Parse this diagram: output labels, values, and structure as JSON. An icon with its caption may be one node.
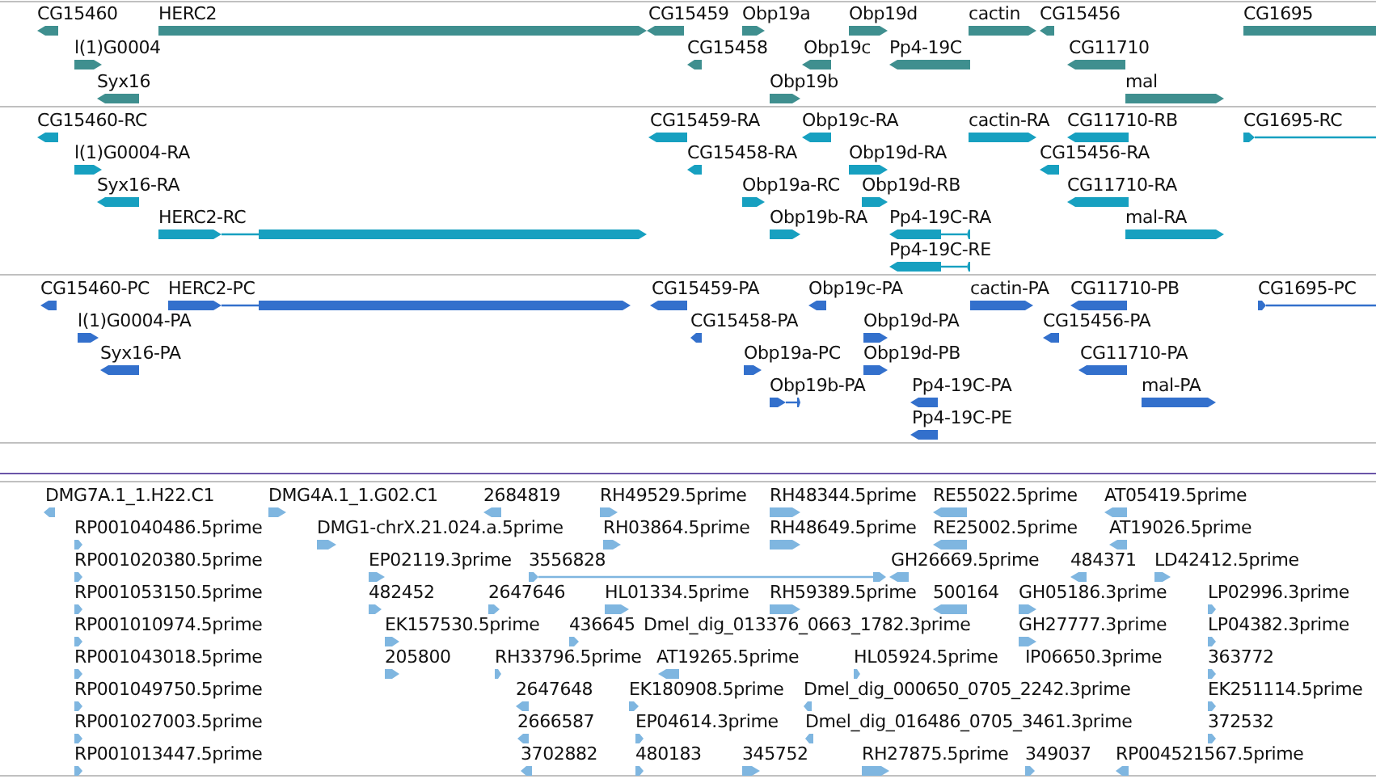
{
  "diagram": {
    "labels": [
      "CG15460",
      "HERC2",
      "CG15459",
      "Obp19a",
      "Obp19d",
      "cactin",
      "CG15456",
      "CG1695",
      "l(1)G0004",
      "CG15458",
      "Obp19c",
      "Pp4-19C",
      "CG11710",
      "Syx16",
      "Obp19b",
      "mal",
      "CG15460-RC",
      "CG15459-RA",
      "Obp19c-RA",
      "cactin-RA",
      "CG11710-RB",
      "CG1695-RC",
      "l(1)G0004-RA",
      "CG15458-RA",
      "Obp19d-RA",
      "CG15456-RA",
      "Syx16-RA",
      "Obp19a-RC",
      "Obp19d-RB",
      "CG11710-RA",
      "HERC2-RC",
      "Obp19b-RA",
      "Pp4-19C-RA",
      "mal-RA",
      "Pp4-19C-RE",
      "CG15460-PC",
      "HERC2-PC",
      "CG15459-PA",
      "Obp19c-PA",
      "cactin-PA",
      "CG11710-PB",
      "CG1695-PC",
      "l(1)G0004-PA",
      "CG15458-PA",
      "Obp19d-PA",
      "CG15456-PA",
      "Syx16-PA",
      "Obp19a-PC",
      "Obp19d-PB",
      "CG11710-PA",
      "Obp19b-PA",
      "Pp4-19C-PA",
      "mal-PA",
      "Pp4-19C-PE",
      "DMG7A.1_1.H22.C1",
      "DMG4A.1_1.G02.C1",
      "2684819",
      "RH49529.5prime",
      "RH48344.5prime",
      "RE55022.5prime",
      "AT05419.5prime",
      "RP001040486.5prime",
      "DMG1-chrX.21.024.a.5prime",
      "RH03864.5prime",
      "RH48649.5prime",
      "RE25002.5prime",
      "AT19026.5prime",
      "RP001020380.5prime",
      "EP02119.3prime",
      "3556828",
      "GH26669.5prime",
      "484371",
      "LD42412.5prime",
      "RP001053150.5prime",
      "482452",
      "2647646",
      "HL01334.5prime",
      "RH59389.5prime",
      "500164",
      "GH05186.3prime",
      "LP02996.3prime",
      "RP001010974.5prime",
      "EK157530.5prime",
      "436645",
      "Dmel_dig_013376_0663_1782.3prime",
      "GH27777.3prime",
      "LP04382.3prime",
      "RP001043018.5prime",
      "205800",
      "RH33796.5prime",
      "AT19265.5prime",
      "HL05924.5prime",
      "IP06650.3prime",
      "363772",
      "RP001049750.5prime",
      "2647648",
      "EK180908.5prime",
      "Dmel_dig_000650_0705_2242.3prime",
      "EK251114.5prime",
      "RP001027003.5prime",
      "2666587",
      "EP04614.3prime",
      "Dmel_dig_016486_0705_3461.3prime",
      "372532",
      "RP001013447.5prime",
      "3702882",
      "480183",
      "345752",
      "RH27875.5prime",
      "349037",
      "RP004521567.5prime"
    ]
  }
}
